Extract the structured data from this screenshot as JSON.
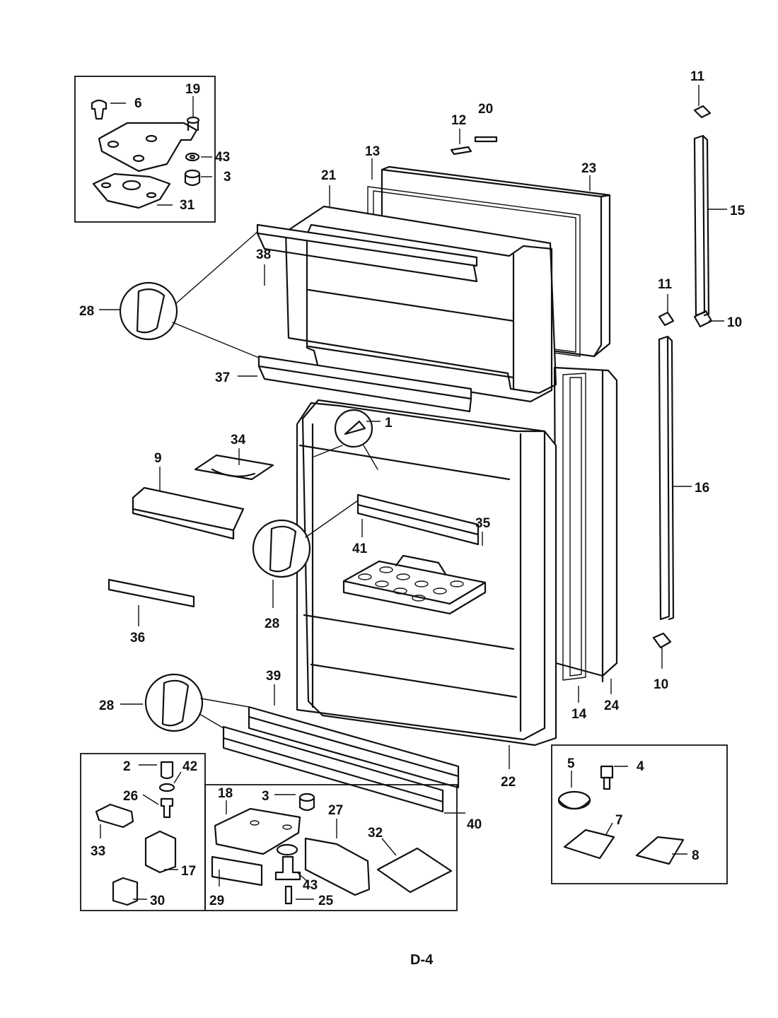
{
  "diagram": {
    "page_code": "D-4",
    "part_numbers": [
      "1",
      "2",
      "3",
      "4",
      "5",
      "6",
      "7",
      "8",
      "9",
      "10",
      "11",
      "12",
      "13",
      "14",
      "15",
      "16",
      "17",
      "18",
      "19",
      "20",
      "21",
      "22",
      "23",
      "24",
      "25",
      "26",
      "27",
      "28",
      "29",
      "30",
      "31",
      "32",
      "33",
      "34",
      "35",
      "36",
      "37",
      "38",
      "39",
      "40",
      "41",
      "42",
      "43"
    ],
    "callouts": [
      {
        "key": "c6",
        "text": "6"
      },
      {
        "key": "c19",
        "text": "19"
      },
      {
        "key": "c43a",
        "text": "43"
      },
      {
        "key": "c3a",
        "text": "3"
      },
      {
        "key": "c31",
        "text": "31"
      },
      {
        "key": "c12",
        "text": "12"
      },
      {
        "key": "c20",
        "text": "20"
      },
      {
        "key": "c13",
        "text": "13"
      },
      {
        "key": "c21",
        "text": "21"
      },
      {
        "key": "c23",
        "text": "23"
      },
      {
        "key": "c11a",
        "text": "11"
      },
      {
        "key": "c15",
        "text": "15"
      },
      {
        "key": "c11b",
        "text": "11"
      },
      {
        "key": "c10a",
        "text": "10"
      },
      {
        "key": "c16",
        "text": "16"
      },
      {
        "key": "c10b",
        "text": "10"
      },
      {
        "key": "c38",
        "text": "38"
      },
      {
        "key": "c28a",
        "text": "28"
      },
      {
        "key": "c37",
        "text": "37"
      },
      {
        "key": "c1",
        "text": "1"
      },
      {
        "key": "c34",
        "text": "34"
      },
      {
        "key": "c9",
        "text": "9"
      },
      {
        "key": "c41",
        "text": "41"
      },
      {
        "key": "c35",
        "text": "35"
      },
      {
        "key": "c28b",
        "text": "28"
      },
      {
        "key": "c36",
        "text": "36"
      },
      {
        "key": "c39",
        "text": "39"
      },
      {
        "key": "c28c",
        "text": "28"
      },
      {
        "key": "c14",
        "text": "14"
      },
      {
        "key": "c24",
        "text": "24"
      },
      {
        "key": "c22",
        "text": "22"
      },
      {
        "key": "c40",
        "text": "40"
      },
      {
        "key": "c2",
        "text": "2"
      },
      {
        "key": "c42",
        "text": "42"
      },
      {
        "key": "c26",
        "text": "26"
      },
      {
        "key": "c33",
        "text": "33"
      },
      {
        "key": "c17",
        "text": "17"
      },
      {
        "key": "c30",
        "text": "30"
      },
      {
        "key": "c18",
        "text": "18"
      },
      {
        "key": "c3b",
        "text": "3"
      },
      {
        "key": "c27",
        "text": "27"
      },
      {
        "key": "c32",
        "text": "32"
      },
      {
        "key": "c29",
        "text": "29"
      },
      {
        "key": "c43b",
        "text": "43"
      },
      {
        "key": "c25",
        "text": "25"
      },
      {
        "key": "c5",
        "text": "5"
      },
      {
        "key": "c4",
        "text": "4"
      },
      {
        "key": "c7",
        "text": "7"
      },
      {
        "key": "c8",
        "text": "8"
      }
    ]
  }
}
